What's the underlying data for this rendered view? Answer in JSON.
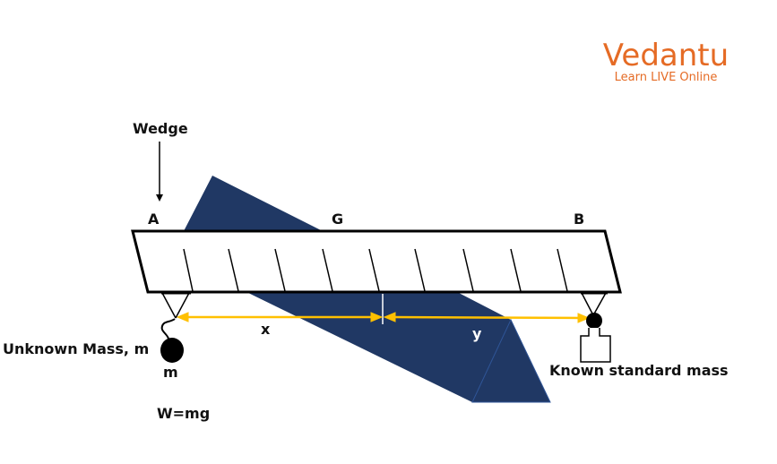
{
  "logo": {
    "brand": "Vedantu",
    "tagline": "Learn LIVE Online",
    "color": "#E56B25"
  },
  "labels": {
    "wedge": "Wedge",
    "point_a": "A",
    "point_g": "G",
    "point_b": "B",
    "distance_x": "x",
    "distance_y": "y",
    "unknown_mass": "Unknown Mass, m",
    "mass_symbol": "m",
    "weight_formula": "W=mg",
    "known_mass": "Known standard mass"
  },
  "colors": {
    "wedge_fill": "#203864",
    "arrow": "#FFC000",
    "line": "#000000"
  }
}
